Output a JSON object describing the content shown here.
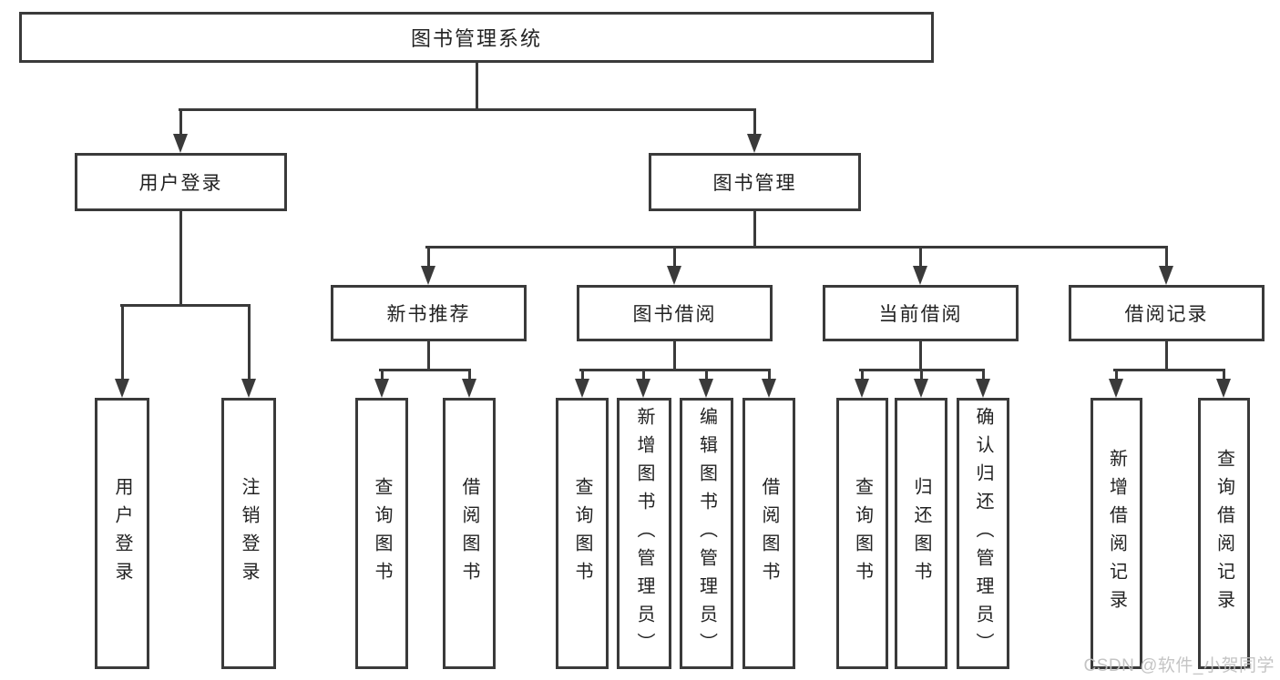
{
  "nodes": {
    "root": "图书管理系统",
    "user_login": "用户登录",
    "book_mgmt": "图书管理",
    "new_book": "新书推荐",
    "book_borrow": "图书借阅",
    "current_borrow": "当前借阅",
    "borrow_record": "借阅记录",
    "leaves": {
      "user_login": [
        "用户登录",
        "注销登录"
      ],
      "new_book": [
        "查询图书",
        "借阅图书"
      ],
      "book_borrow": [
        "查询图书",
        "新增图书（管理员）",
        "编辑图书（管理员）",
        "借阅图书"
      ],
      "current_borrow": [
        "查询图书",
        "归还图书",
        "确认归还（管理员）"
      ],
      "borrow_record": [
        "新增借阅记录",
        "查询借阅记录"
      ]
    }
  },
  "watermark": "CSDN @软件_小贺同学",
  "colors": {
    "line": "#3a3a3a",
    "text": "#222222",
    "watermark": "#c0c0c0",
    "background": "#ffffff"
  }
}
